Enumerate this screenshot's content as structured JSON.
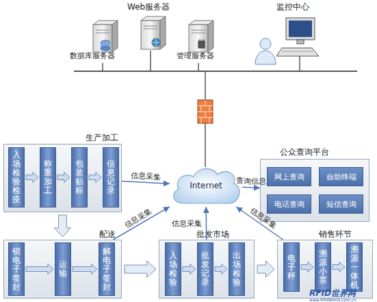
{
  "diagram": {
    "nodes": [
      {
        "text": [
          "生产加工"
        ]
      },
      {
        "text": [
          "入场检验检疫"
        ],
        "in": 0
      },
      {
        "text": [
          "称重加工"
        ],
        "in": 0
      },
      {
        "text": [
          "包装贴标"
        ],
        "in": 0
      },
      {
        "text": [
          "信息记录"
        ],
        "in": 0
      },
      {
        "text": [
          "Internet"
        ]
      },
      {
        "text": [
          "公众查询平台"
        ]
      },
      {
        "text": [
          "网上查询"
        ],
        "in": 6
      },
      {
        "text": [
          "自助终端"
        ],
        "in": 6
      },
      {
        "text": [
          "电话查询"
        ],
        "in": 6
      },
      {
        "text": [
          "短信查询"
        ],
        "in": 6
      },
      {
        "text": [
          "配送"
        ]
      },
      {
        "text": [
          "锁电子签封"
        ],
        "in": 11
      },
      {
        "text": [
          "运输"
        ],
        "in": 11
      },
      {
        "text": [
          "解电子签封"
        ],
        "in": 11
      },
      {
        "text": [
          "批发市场"
        ]
      },
      {
        "text": [
          "入场检验"
        ],
        "in": 15
      },
      {
        "text": [
          "批发记录"
        ],
        "in": 15
      },
      {
        "text": [
          "出场检验"
        ],
        "in": 15
      },
      {
        "text": [
          "销售环节"
        ]
      },
      {
        "text": [
          "电子秤"
        ],
        "in": 19
      },
      {
        "text": [
          "溯源小票"
        ],
        "in": 19
      },
      {
        "text": [
          "溯源一体机"
        ],
        "in": 19
      }
    ],
    "edges": [
      {
        "from": 1,
        "to": 2,
        "arrow": "to"
      },
      {
        "from": 2,
        "to": 3,
        "arrow": "to"
      },
      {
        "from": 3,
        "to": 4,
        "arrow": "to"
      },
      {
        "from": 12,
        "to": 13,
        "arrow": "to"
      },
      {
        "from": 13,
        "to": 14,
        "arrow": "to"
      },
      {
        "from": 16,
        "to": 17,
        "arrow": "to"
      },
      {
        "from": 17,
        "to": 18,
        "arrow": "to"
      },
      {
        "from": 20,
        "to": 21,
        "arrow": "to"
      },
      {
        "from": 21,
        "to": 22,
        "arrow": "to"
      },
      {
        "from": 0,
        "to": 11,
        "arrow": "to"
      },
      {
        "from": 11,
        "to": 15,
        "arrow": "to"
      },
      {
        "from": 15,
        "to": 19,
        "arrow": "to"
      },
      {
        "from": 0,
        "to": 5,
        "label": "信息采集",
        "arrow": "to"
      },
      {
        "from": 11,
        "to": 5,
        "label": "信息采集",
        "arrow": "to"
      },
      {
        "from": 15,
        "to": 5,
        "label": "信息采集",
        "arrow": "to"
      },
      {
        "from": 19,
        "to": 5,
        "label": "信息采集",
        "arrow": "to"
      },
      {
        "from": 5,
        "to": 6,
        "label": "查询信息",
        "arrow": "to"
      }
    ],
    "labels": [
      "Web服务器",
      "数据库服务器",
      "管理服务器",
      "监控中心",
      "RFID世界网",
      "www.RfidWorld.com.cn"
    ]
  }
}
